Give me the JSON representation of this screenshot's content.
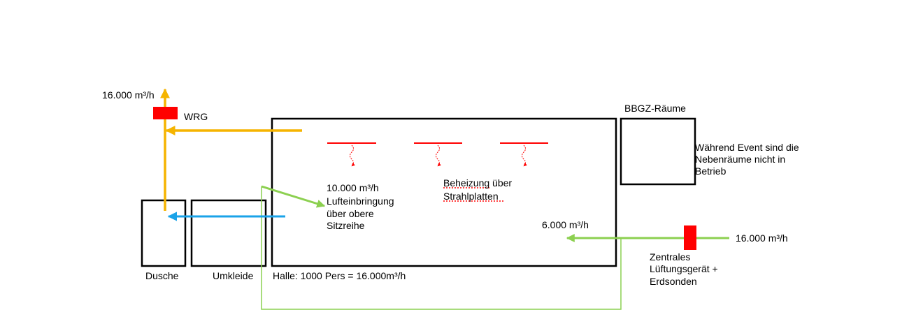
{
  "colors": {
    "outline": "#000000",
    "exhaust_air": "#f5b400",
    "shower_air": "#1aa3e8",
    "fresh_air": "#8cd050",
    "heat_unit": "#ff0000",
    "radiant_heat": "#ff0000",
    "spellcheck_underline": "#ff0000"
  },
  "labels": {
    "exhaust_flow": "16.000 m³/h",
    "heat_recovery": "WRG",
    "hall_supply": [
      "10.000 m³/h",
      "Lufteinbringung",
      "über obere",
      "Sitzreihe"
    ],
    "heating": [
      "Beheizung über",
      "Strahlplatten"
    ],
    "bbgz_rooms": "BBGZ-Räume",
    "side_rooms_note": [
      "Während Event sind die",
      "Nebenräume nicht in",
      "Betrieb"
    ],
    "hall_flow_6000": "6.000 m³/h",
    "intake_flow": "16.000 m³/h",
    "central_unit": [
      "Zentrales",
      "Lüftungsgerät +",
      "Erdsonden"
    ],
    "shower": "Dusche",
    "changing_room": "Umkleide",
    "hall": "Halle: 1000 Pers = 16.000m³/h"
  }
}
